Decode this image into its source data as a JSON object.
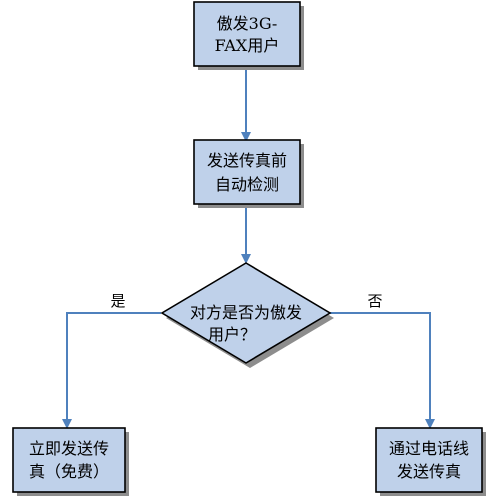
{
  "diagram": {
    "nodes": {
      "start": {
        "line1": "傲发3G-",
        "line2": "FAX用户"
      },
      "detect": {
        "line1": "发送传真前",
        "line2": "自动检测"
      },
      "decision": {
        "line1": "对方是否为傲发",
        "line2": "用户？"
      },
      "free": {
        "line1": "立即发送传",
        "line2": "真（免费）"
      },
      "phone": {
        "line1": "通过电话线",
        "line2": "发送传真"
      }
    },
    "branches": {
      "yes": "是",
      "no": "否"
    }
  },
  "colors": {
    "box_fill": "#bfd1ea",
    "box_border": "#000000",
    "shadow": "#8d8d8d",
    "connector": "#4f81bd"
  }
}
